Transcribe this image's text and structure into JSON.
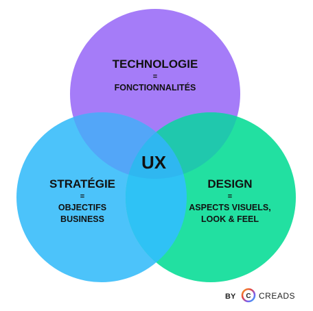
{
  "colors": {
    "technology": "#a57cf8",
    "strategy": "#4cc3fa",
    "design": "#22e0a1",
    "tech_strategy": "#53a6f8",
    "tech_design": "#20c8ad",
    "strategy_design": "#2fc2f5",
    "center": "#2fb7f0"
  },
  "circles": {
    "technology": {
      "title": "TECHNOLOGIE",
      "equals": "=",
      "lines": [
        "FONCTIONNALITÉS"
      ]
    },
    "strategy": {
      "title": "STRATÉGIE",
      "equals": "=",
      "lines": [
        "OBJECTIFS",
        "BUSINESS"
      ]
    },
    "design": {
      "title": "DESIGN",
      "equals": "=",
      "lines": [
        "ASPECTS VISUELS,",
        "LOOK & FEEL"
      ]
    }
  },
  "center_label": "UX",
  "footer": {
    "by": "BY",
    "logo_letter": "C",
    "brand": "CREADS"
  }
}
